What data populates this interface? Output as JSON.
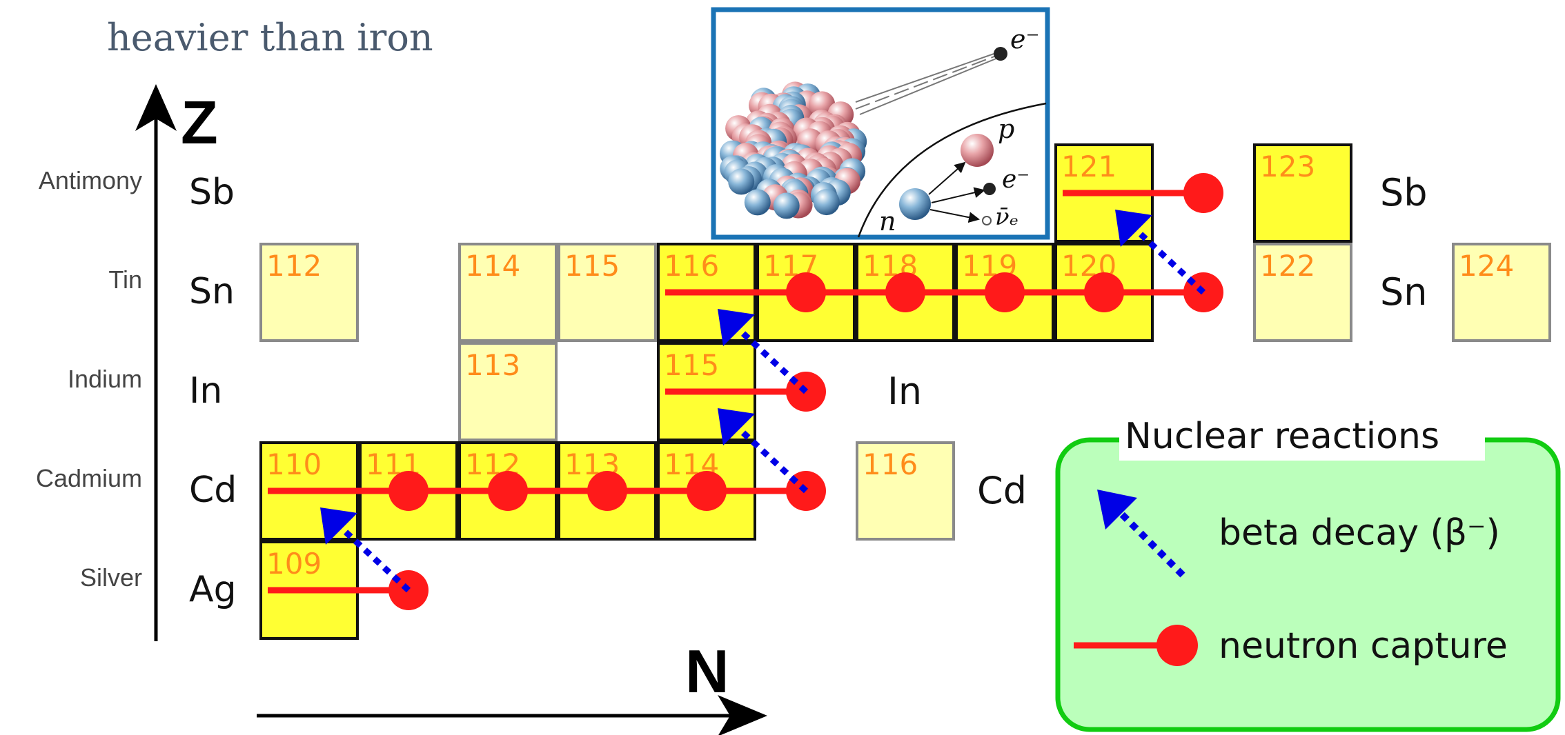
{
  "caption": {
    "line1": "heavier than iron",
    "line0_fragment_plain": "",
    "line0_fragment_bold": ""
  },
  "axes": {
    "z_label": "Z",
    "n_label": "N"
  },
  "rows": [
    {
      "name": "Antimony",
      "symbol": "Sb"
    },
    {
      "name": "Tin",
      "symbol": "Sn"
    },
    {
      "name": "Indium",
      "symbol": "In"
    },
    {
      "name": "Cadmium",
      "symbol": "Cd"
    },
    {
      "name": "Silver",
      "symbol": "Ag"
    }
  ],
  "row_end_symbols": [
    "Sb",
    "Sn",
    "In",
    "Cd"
  ],
  "isotopes": [
    {
      "row": "Sb",
      "mass": "121",
      "col": 9,
      "style": "path"
    },
    {
      "row": "Sb",
      "mass": "123",
      "col": 11,
      "style": "path"
    },
    {
      "row": "Sn",
      "mass": "112",
      "col": 1,
      "style": "light"
    },
    {
      "row": "Sn",
      "mass": "114",
      "col": 3,
      "style": "light"
    },
    {
      "row": "Sn",
      "mass": "115",
      "col": 4,
      "style": "light"
    },
    {
      "row": "Sn",
      "mass": "116",
      "col": 5,
      "style": "path"
    },
    {
      "row": "Sn",
      "mass": "117",
      "col": 6,
      "style": "path"
    },
    {
      "row": "Sn",
      "mass": "118",
      "col": 7,
      "style": "path"
    },
    {
      "row": "Sn",
      "mass": "119",
      "col": 8,
      "style": "path"
    },
    {
      "row": "Sn",
      "mass": "120",
      "col": 9,
      "style": "path"
    },
    {
      "row": "Sn",
      "mass": "122",
      "col": 11,
      "style": "light"
    },
    {
      "row": "Sn",
      "mass": "124",
      "col": 13,
      "style": "light"
    },
    {
      "row": "In",
      "mass": "113",
      "col": 3,
      "style": "light"
    },
    {
      "row": "In",
      "mass": "115",
      "col": 5,
      "style": "path"
    },
    {
      "row": "Cd",
      "mass": "110",
      "col": 1,
      "style": "path"
    },
    {
      "row": "Cd",
      "mass": "111",
      "col": 2,
      "style": "path"
    },
    {
      "row": "Cd",
      "mass": "112",
      "col": 3,
      "style": "path"
    },
    {
      "row": "Cd",
      "mass": "113",
      "col": 4,
      "style": "path"
    },
    {
      "row": "Cd",
      "mass": "114",
      "col": 5,
      "style": "path"
    },
    {
      "row": "Cd",
      "mass": "116",
      "col": 7,
      "style": "light"
    },
    {
      "row": "Ag",
      "mass": "109",
      "col": 1,
      "style": "path"
    }
  ],
  "inset": {
    "electron": "e⁻",
    "proton": "p",
    "neutron": "n",
    "electron2": "e⁻",
    "antineutrino": "ν̄ₑ"
  },
  "legend": {
    "title": "Nuclear reactions",
    "beta_decay": "beta decay (β⁻)",
    "neutron_capture": "neutron capture"
  },
  "colors": {
    "path_fill": "#ffff33",
    "light_fill": "#ffffb3",
    "mass_text": "#ff8c1a",
    "capture": "#ff1a1a",
    "beta": "#0000e6",
    "legend_fill": "#bbffbb",
    "legend_border": "#11cc11",
    "inset_border": "#1a73b5",
    "caption": "#4a5a6e"
  }
}
